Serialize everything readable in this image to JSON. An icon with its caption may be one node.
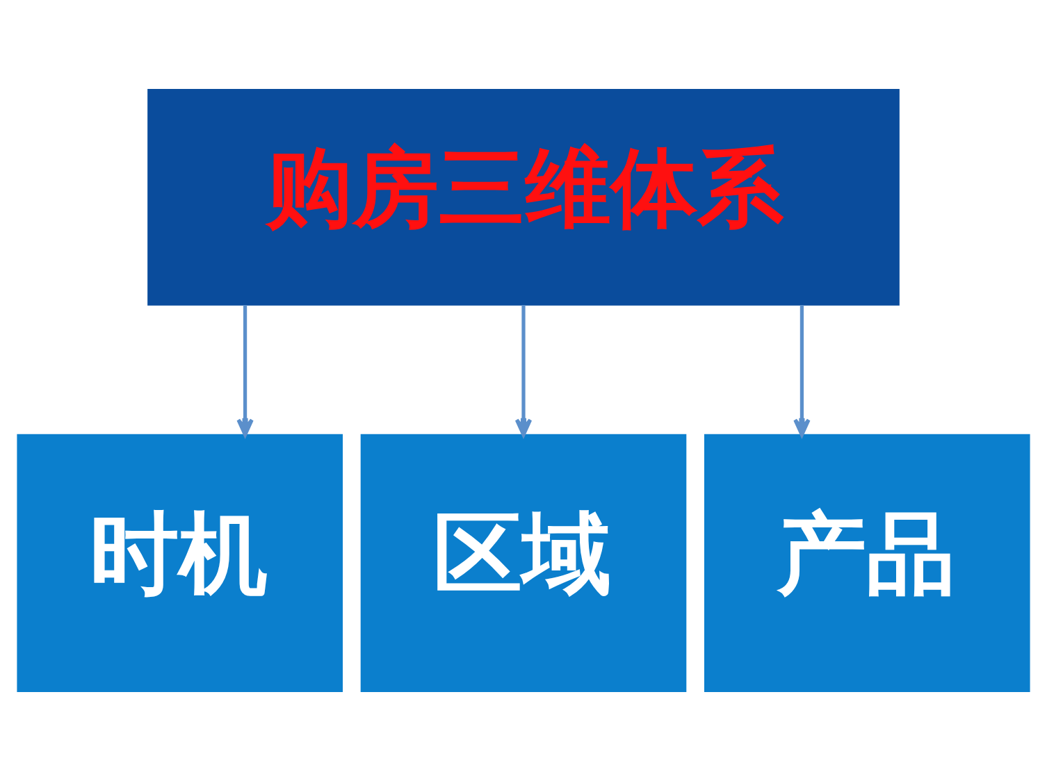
{
  "diagram": {
    "nodes": [
      {
        "text": [
          "购房三维体系"
        ]
      },
      {
        "text": [
          "时机"
        ]
      },
      {
        "text": [
          "区域"
        ]
      },
      {
        "text": [
          "产品"
        ]
      }
    ],
    "edges": [
      {
        "from": 0,
        "to": 1,
        "arrow": "to"
      },
      {
        "from": 0,
        "to": 2,
        "arrow": "to"
      },
      {
        "from": 0,
        "to": 3,
        "arrow": "to"
      }
    ]
  }
}
